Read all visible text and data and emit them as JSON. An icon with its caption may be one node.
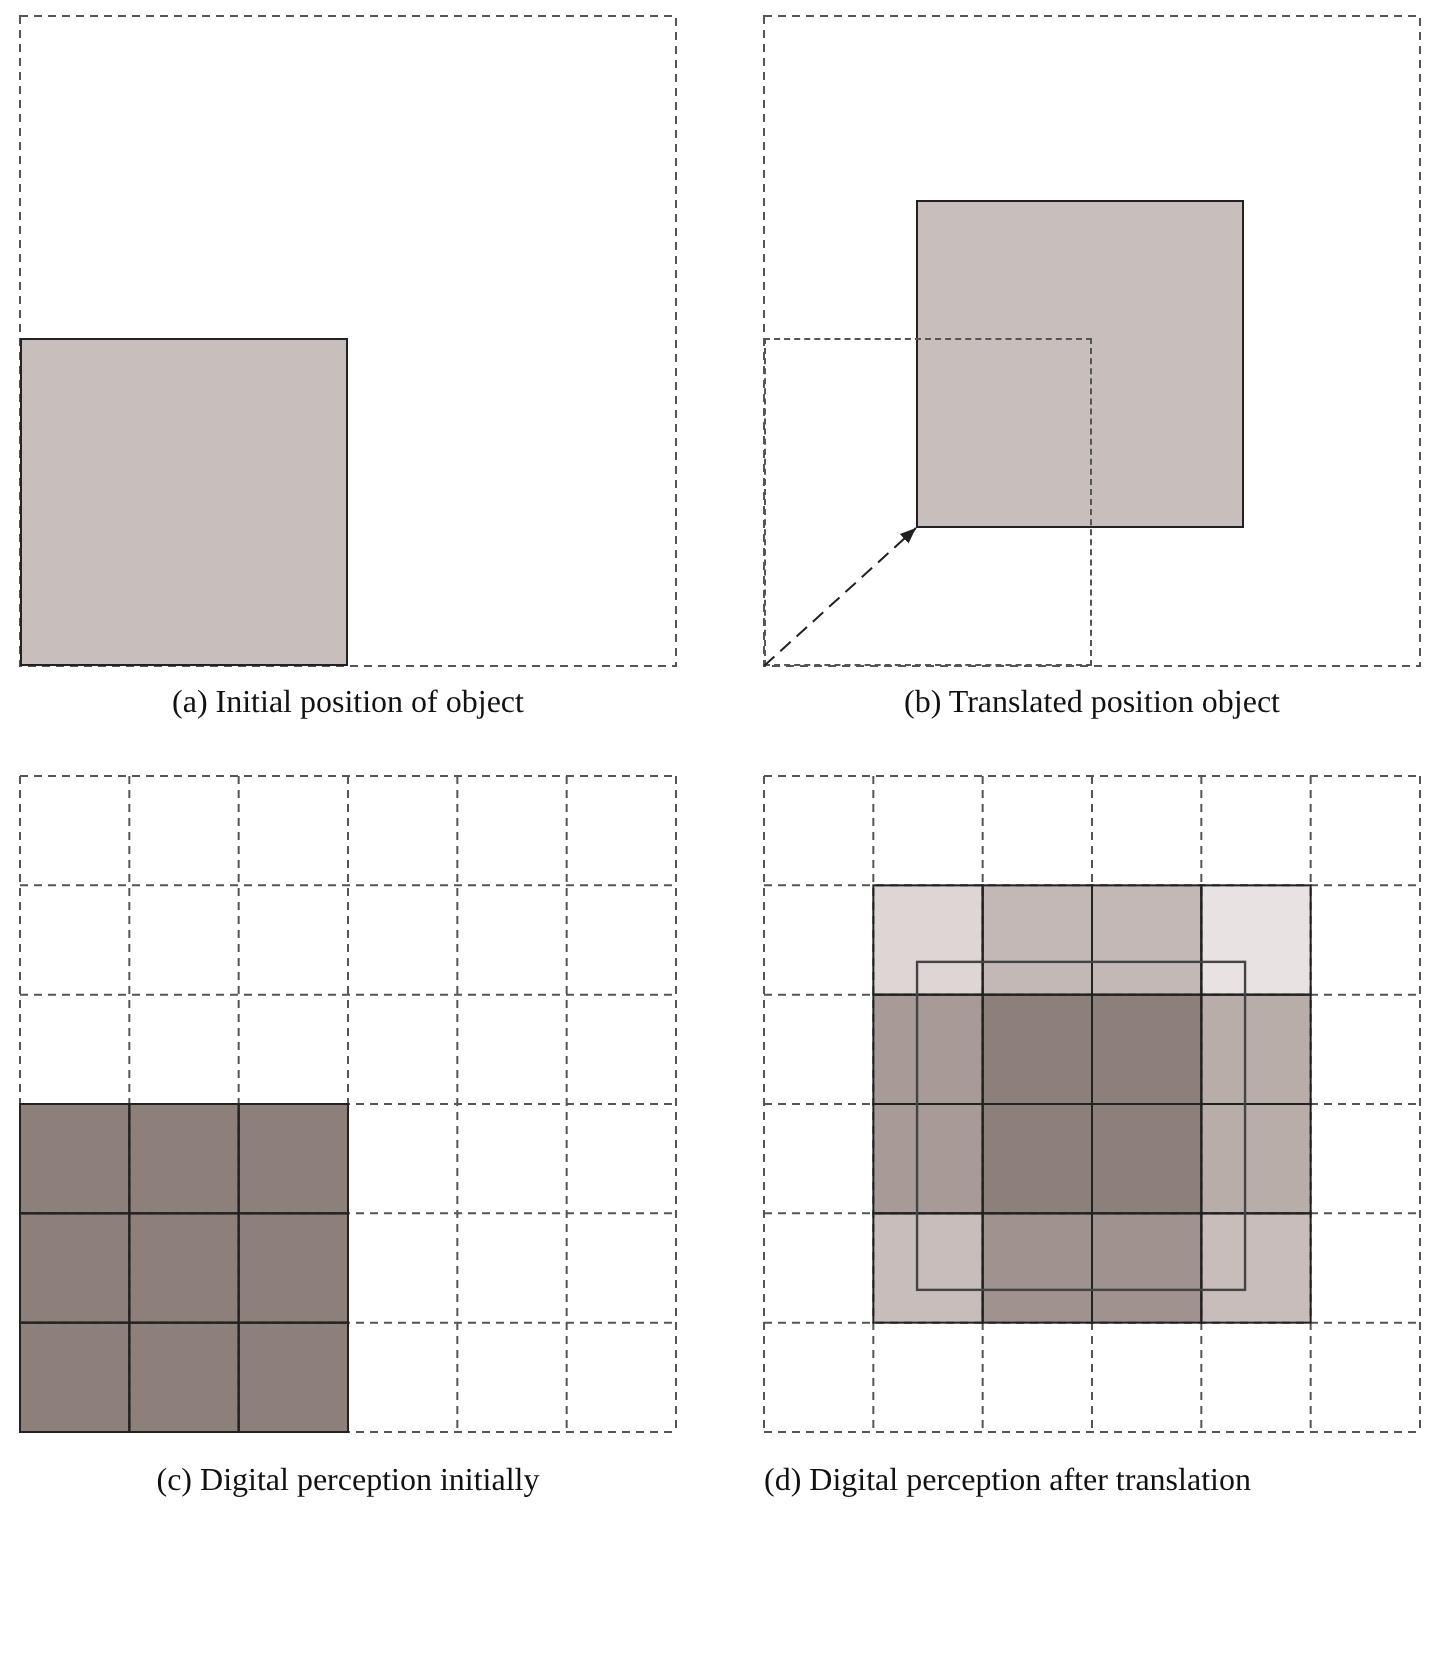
{
  "diagram": {
    "nodes": [
      {
        "text": [],
        "shape": "box"
      },
      {
        "text": [],
        "shape": "box"
      },
      {
        "text": [],
        "shape": "box"
      }
    ],
    "edges": [
      {
        "from": 1,
        "to": 2,
        "arrow": "to",
        "style": "dashed"
      }
    ],
    "labels": [
      "(a) Initial position of object",
      "(b) Translated position object",
      "(c) Digital perception initially",
      "(d) Digital perception after translation"
    ]
  }
}
